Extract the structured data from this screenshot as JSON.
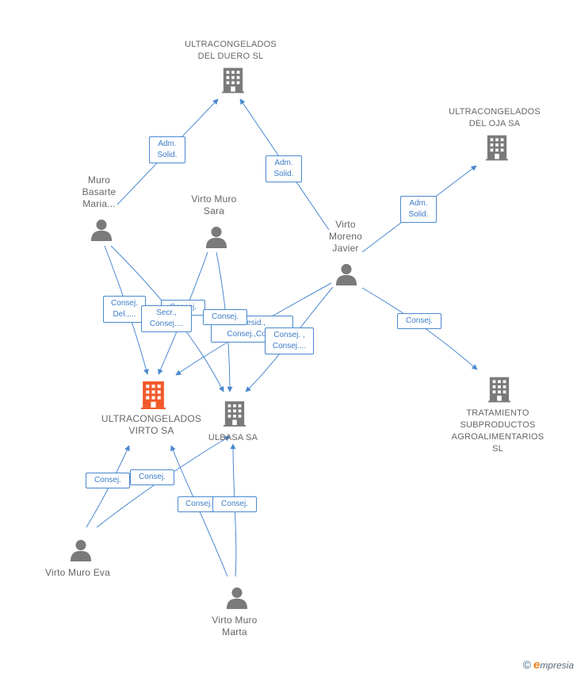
{
  "companies": {
    "duero": "ULTRACONGELADOS\nDEL DUERO SL",
    "oja": "ULTRACONGELADOS\nDEL OJA SA",
    "virto": "ULTRACONGELADOS\nVIRTO SA",
    "ulbasa": "ULBASA SA",
    "tratamiento": "TRATAMIENTO\nSUBPRODUCTOS\nAGROALIMENTARIOS SL"
  },
  "people": {
    "maria": "Muro\nBasarte\nMaria...",
    "sara": "Virto Muro\nSara",
    "javier": "Virto\nMoreno\nJavier",
    "eva": "Virto Muro Eva",
    "marta": "Virto Muro\nMarta"
  },
  "edge_labels": {
    "adm1": "Adm.\nSolid.",
    "adm2": "Adm.\nSolid.",
    "adm3": "Adm.\nSolid.",
    "consej_del": "Consej.\nDel.,...",
    "consej_hidden": "Consej.",
    "secr": "Secr.,\nConsej....",
    "consej_a": "Consej.",
    "presid": "Presid.,\nConsej.,Con...",
    "consej_b": "Consej. ,\nConsej....",
    "consej_trat": "Consej.",
    "eva1": "Consej.",
    "eva2": "Consej.",
    "marta1": "Consej.",
    "marta2": "Consej."
  },
  "footer": {
    "copyright": "©",
    "e": "e",
    "brand": "mpresia"
  },
  "colors": {
    "edge": "#4a88d0",
    "node": "#7a7a7a",
    "focus": "#f25a2a"
  }
}
